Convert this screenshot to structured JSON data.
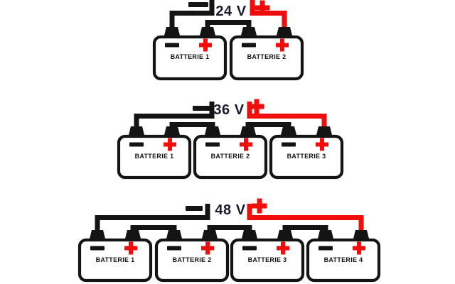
{
  "colors": {
    "background": "#ffffff",
    "wire_negative": "#141414",
    "wire_positive": "#f20d0d",
    "battery_border": "#141414",
    "battery_fill": "#ffffff",
    "voltage_text": "#1b1b2f",
    "label_text": "#141414"
  },
  "icons": {
    "minus": "−",
    "plus": "+"
  },
  "diagrams": [
    {
      "voltage_label": "24 V",
      "batteries": [
        {
          "label": "BATTERIE 1"
        },
        {
          "label": "BATTERIE 2"
        }
      ]
    },
    {
      "voltage_label": "36 V",
      "batteries": [
        {
          "label": "BATTERIE 1"
        },
        {
          "label": "BATTERIE 2"
        },
        {
          "label": "BATTERIE 3"
        }
      ]
    },
    {
      "voltage_label": "48 V",
      "batteries": [
        {
          "label": "BATTERIE 1"
        },
        {
          "label": "BATTERIE 2"
        },
        {
          "label": "BATTERIE 3"
        },
        {
          "label": "BATTERIE 4"
        }
      ]
    }
  ]
}
